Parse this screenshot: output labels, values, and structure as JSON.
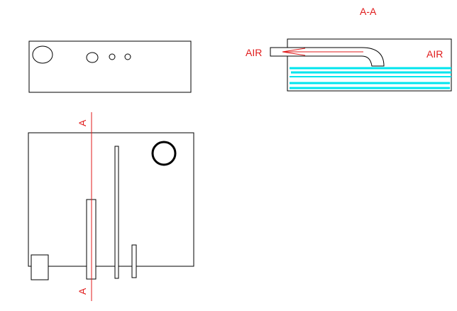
{
  "section_title": "A-A",
  "cut_marker_top": "A",
  "cut_marker_bottom": "A",
  "air_label_left": "AIR",
  "air_label_right": "AIR",
  "colors": {
    "outline": "#000000",
    "red": "#e01b1b",
    "water": "#00e5ee"
  },
  "icons": {
    "arrow": "arrow-left-icon"
  }
}
